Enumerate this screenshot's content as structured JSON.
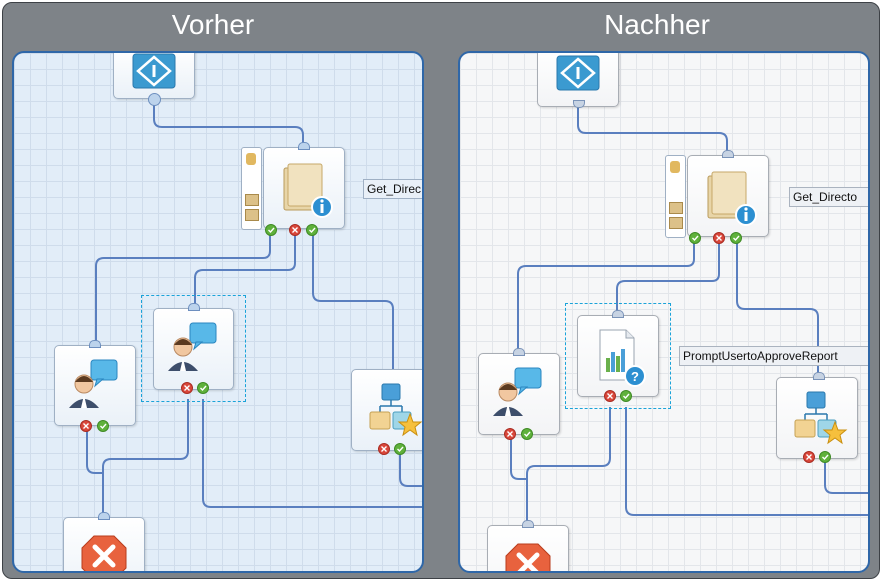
{
  "headings": {
    "before": "Vorher",
    "after": "Nachher"
  },
  "panels": {
    "before": {
      "labels": {
        "get_directory": "Get_Direc"
      }
    },
    "after": {
      "labels": {
        "get_directory": "Get_Directo",
        "prompt_report": "PromptUsertoApproveReport"
      }
    }
  },
  "colors": {
    "frame": "#7e8388",
    "panel_border": "#2f67a8",
    "connector": "#5a7fbf",
    "before_background": "#e2edf8",
    "after_background": "#f6f7f8",
    "selection": "#1aa3d9",
    "success_port": "#5fb13b",
    "error_port": "#d9473b"
  },
  "icons": [
    "start-icon",
    "folder-info-icon",
    "user-message-icon",
    "report-question-icon",
    "hierarchy-star-icon",
    "stop-icon",
    "success-port-icon",
    "error-port-icon"
  ]
}
